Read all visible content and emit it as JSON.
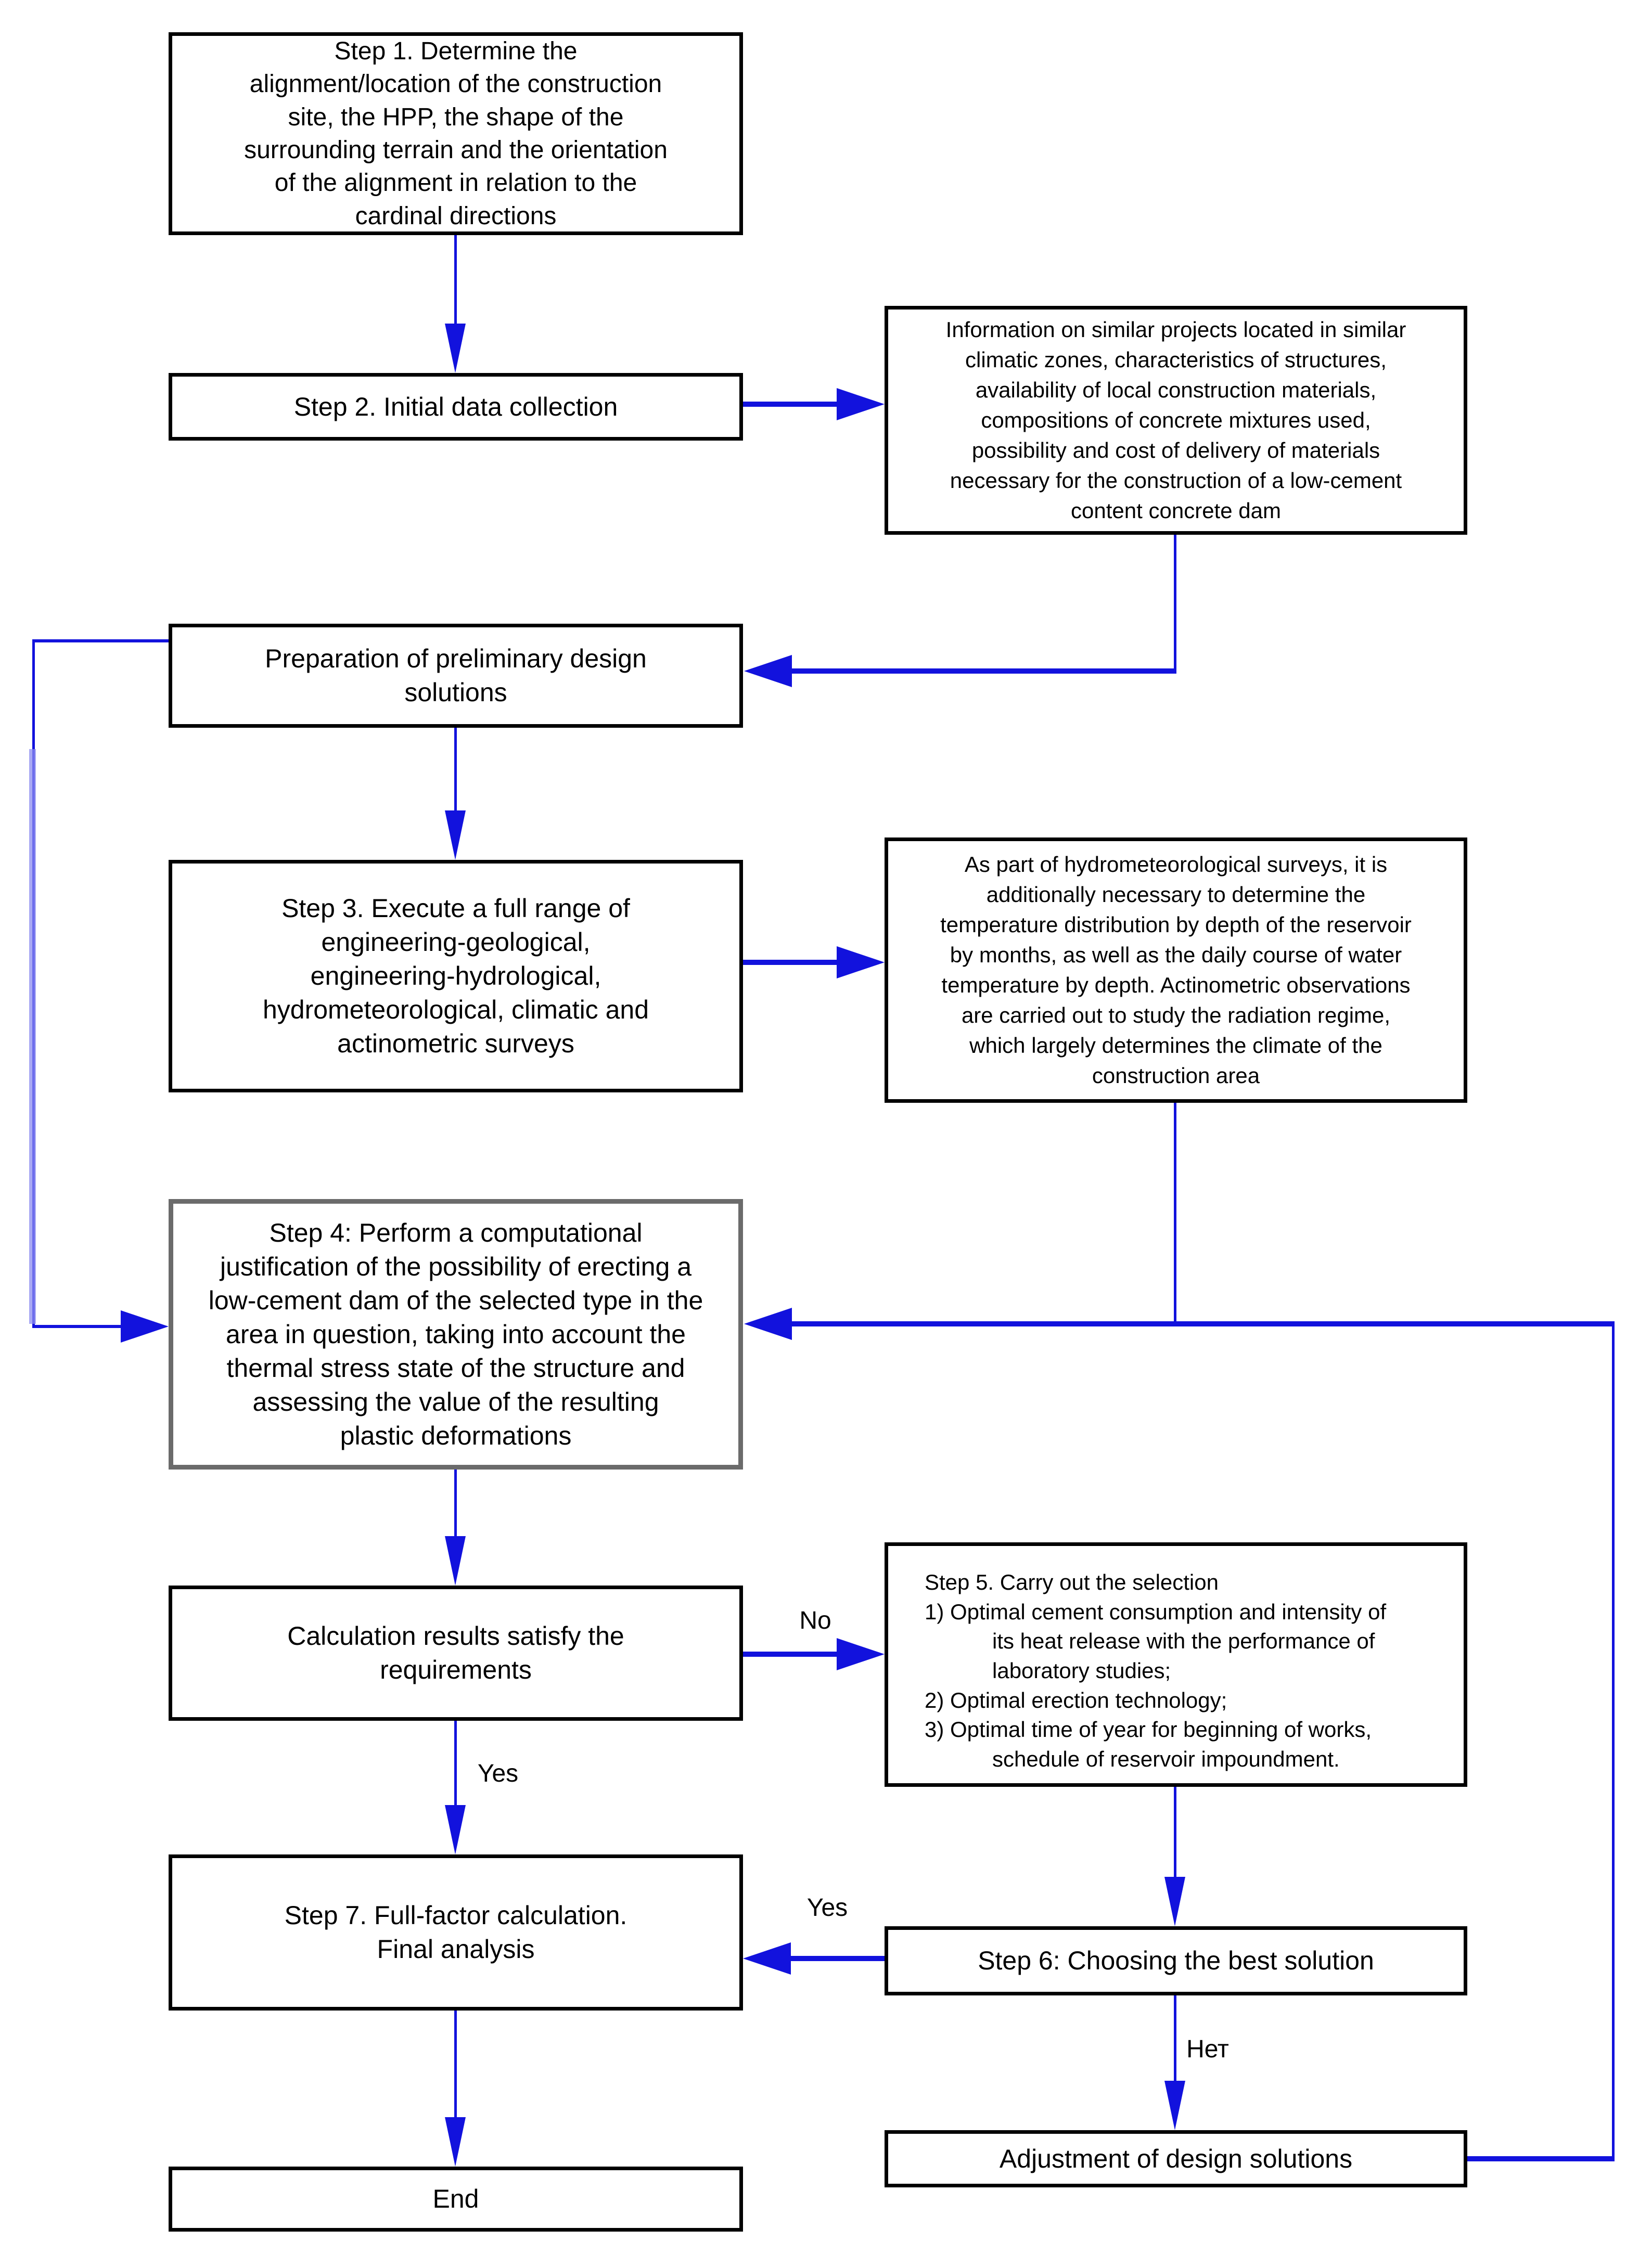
{
  "colors": {
    "connector_blue": "#1212dd",
    "feedback_light_blue": "#8d8df0",
    "box_border_black": "#000000",
    "step4_border_gray": "#6b6b6b",
    "background": "#ffffff",
    "text": "#000000"
  },
  "nodes": {
    "step1": "Step 1. Determine the\nalignment/location of the construction\nsite, the HPP, the shape of the\nsurrounding terrain and the orientation\nof the alignment in relation to the\ncardinal directions",
    "step2": "Step 2. Initial data collection",
    "info1": "Information on similar projects located in similar\nclimatic zones, characteristics of structures,\navailability of local construction materials,\ncompositions of concrete mixtures used,\npossibility and cost of delivery of materials\nnecessary for the construction of a low-cement\ncontent concrete dam",
    "prep": "Preparation of preliminary design\nsolutions",
    "step3": "Step 3. Execute a full range of\nengineering-geological,\nengineering-hydrological,\nhydrometeorological, climatic and\nactinometric surveys",
    "info2": "As part of hydrometeorological surveys, it is\nadditionally necessary to determine the\ntemperature distribution by depth of the reservoir\nby months, as well as the daily course of water\ntemperature by depth. Actinometric observations\nare carried out to study the radiation regime,\nwhich largely determines the climate of the\nconstruction area",
    "step4": "Step 4: Perform a computational\njustification of the possibility of erecting a\nlow-cement dam of the selected type in the\narea in question, taking into account the\nthermal stress state of the structure and\nassessing the value of the resulting\nplastic deformations",
    "calc": "Calculation results satisfy the\nrequirements",
    "step5_title": "Step 5. Carry out the selection",
    "step5_items": [
      "1) Optimal cement consumption and intensity of\nits heat release with the performance of\nlaboratory studies;",
      "2) Optimal erection technology;",
      "3) Optimal time of year for beginning of works,\nschedule of reservoir impoundment."
    ],
    "step6": "Step 6: Choosing the best solution",
    "step7": "Step 7. Full-factor calculation.\nFinal analysis",
    "adjust": "Adjustment of design solutions",
    "end": "End"
  },
  "labels": {
    "no": "No",
    "yes_down": "Yes",
    "yes_side": "Yes",
    "net": "Нет"
  }
}
